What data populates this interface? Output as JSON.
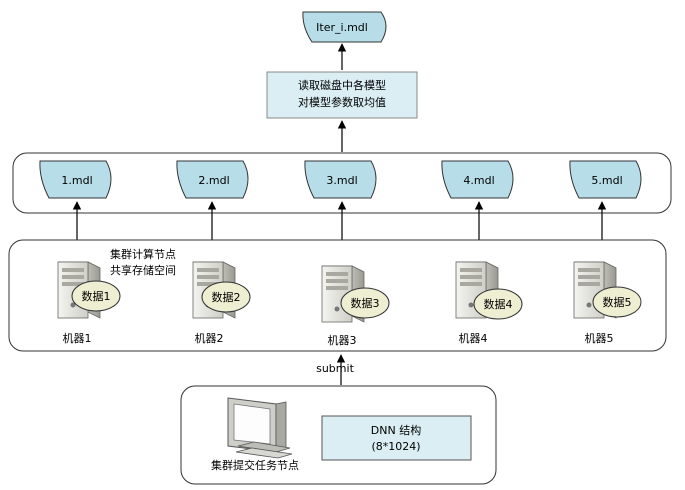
{
  "colors": {
    "background": "#ffffff",
    "doc_fill": "#b7dde8",
    "box_fill": "#daeef3",
    "border": "#333333",
    "server_body": "#e7e7e2",
    "data_bubble": "#eeeed2"
  },
  "output_doc": {
    "label": "Iter_i.mdl"
  },
  "average_box": {
    "line1": "读取磁盘中各模型",
    "line2": "对模型参数取均值"
  },
  "model_docs": [
    {
      "label": "1.mdl"
    },
    {
      "label": "2.mdl"
    },
    {
      "label": "3.mdl"
    },
    {
      "label": "4.mdl"
    },
    {
      "label": "5.mdl"
    }
  ],
  "cluster_note": {
    "line1": "集群计算节点",
    "line2": "共享存储空间"
  },
  "machines": [
    {
      "name": "机器1",
      "data": "数据1",
      "icon": "server-icon"
    },
    {
      "name": "机器2",
      "data": "数据2",
      "icon": "server-icon"
    },
    {
      "name": "机器3",
      "data": "数据3",
      "icon": "server-icon"
    },
    {
      "name": "机器4",
      "data": "数据4",
      "icon": "server-icon"
    },
    {
      "name": "机器5",
      "data": "数据5",
      "icon": "server-icon"
    }
  ],
  "submit_label": "submit",
  "submit_node": {
    "label": "集群提交任务节点",
    "icon": "computer-icon"
  },
  "dnn_box": {
    "line1": "DNN 结构",
    "line2": "(8*1024)"
  }
}
